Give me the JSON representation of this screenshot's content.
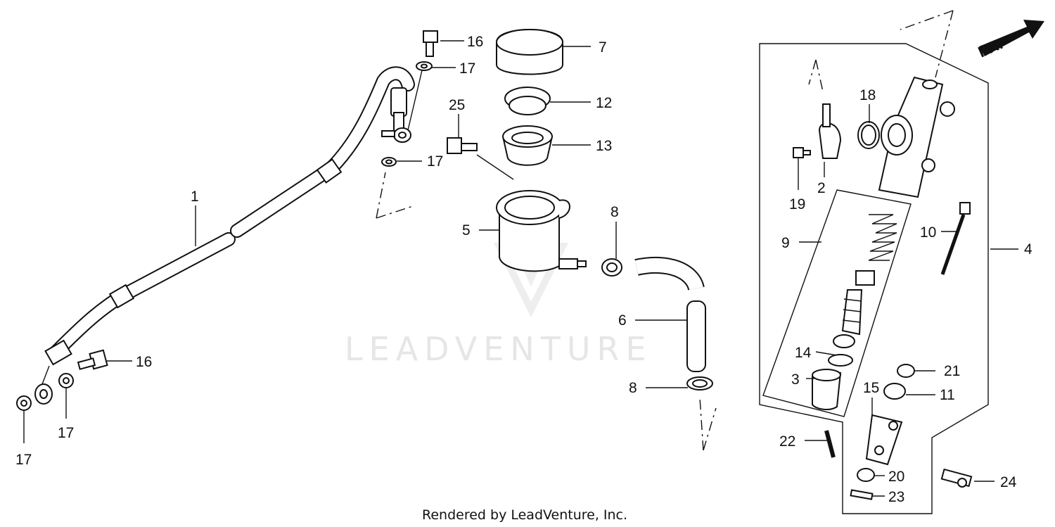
{
  "watermark": {
    "text": "LEADVENTURE"
  },
  "credit": "Rendered by LeadVenture, Inc.",
  "direction": {
    "label": "FR."
  },
  "callouts": [
    {
      "id": "c1",
      "text": "1"
    },
    {
      "id": "c2",
      "text": "2"
    },
    {
      "id": "c3",
      "text": "3"
    },
    {
      "id": "c4",
      "text": "4"
    },
    {
      "id": "c5",
      "text": "5"
    },
    {
      "id": "c6",
      "text": "6"
    },
    {
      "id": "c7",
      "text": "7"
    },
    {
      "id": "c8a",
      "text": "8"
    },
    {
      "id": "c8b",
      "text": "8"
    },
    {
      "id": "c9",
      "text": "9"
    },
    {
      "id": "c10",
      "text": "10"
    },
    {
      "id": "c11",
      "text": "11"
    },
    {
      "id": "c12",
      "text": "12"
    },
    {
      "id": "c13",
      "text": "13"
    },
    {
      "id": "c14",
      "text": "14"
    },
    {
      "id": "c15",
      "text": "15"
    },
    {
      "id": "c16a",
      "text": "16"
    },
    {
      "id": "c16b",
      "text": "16"
    },
    {
      "id": "c17a",
      "text": "17"
    },
    {
      "id": "c17b",
      "text": "17"
    },
    {
      "id": "c17c",
      "text": "17"
    },
    {
      "id": "c17d",
      "text": "17"
    },
    {
      "id": "c18",
      "text": "18"
    },
    {
      "id": "c19",
      "text": "19"
    },
    {
      "id": "c20",
      "text": "20"
    },
    {
      "id": "c21",
      "text": "21"
    },
    {
      "id": "c22",
      "text": "22"
    },
    {
      "id": "c23",
      "text": "23"
    },
    {
      "id": "c24",
      "text": "24"
    },
    {
      "id": "c25",
      "text": "25"
    }
  ]
}
